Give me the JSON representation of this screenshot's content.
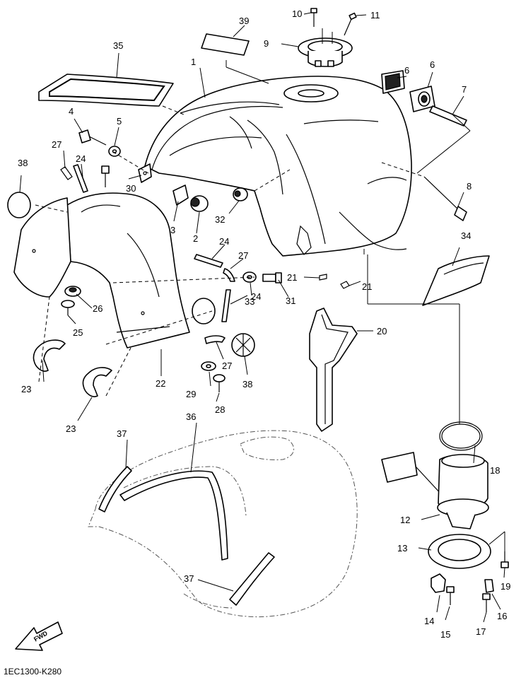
{
  "diagram": {
    "code": "1EC1300-K280",
    "fwd_label": "FWD",
    "callouts": [
      "1",
      "2",
      "3",
      "4",
      "5",
      "6",
      "6",
      "7",
      "8",
      "9",
      "10",
      "11",
      "12",
      "13",
      "14",
      "15",
      "16",
      "17",
      "18",
      "19",
      "20",
      "21",
      "21",
      "22",
      "23",
      "23",
      "24",
      "24",
      "24",
      "25",
      "26",
      "27",
      "27",
      "27",
      "28",
      "29",
      "30",
      "31",
      "32",
      "33",
      "34",
      "35",
      "36",
      "37",
      "37",
      "38",
      "38",
      "39"
    ]
  }
}
